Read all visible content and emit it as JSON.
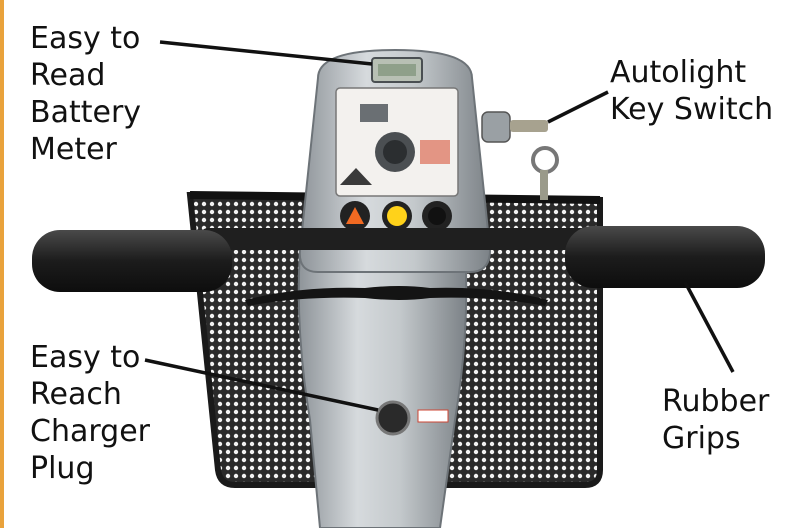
{
  "labels": {
    "battery_meter": "Easy to\nRead\nBattery\nMeter",
    "key_switch": "Autolight\nKey Switch",
    "charger_plug": "Easy to\nReach\nCharger\nPlug",
    "rubber_grips": "Rubber\nGrips"
  },
  "colors": {
    "accent_strip": "#e9a23b",
    "label_text": "#111111"
  }
}
